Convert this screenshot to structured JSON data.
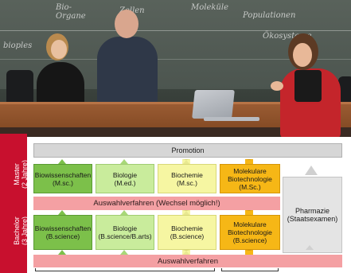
{
  "diagram": {
    "side_labels": {
      "master": "Master\n(2 Jahre)",
      "bachelor": "Bachelor\n(3 Jahre)"
    },
    "promotion": "Promotion",
    "master_programs": [
      {
        "label": "Biowissenschaften\n(M.sc.)",
        "color": "#7cc04a"
      },
      {
        "label": "Biologie\n(M.ed.)",
        "color": "#c9ec9c"
      },
      {
        "label": "Biochemie\n(M.sc.)",
        "color": "#f6f6a2"
      },
      {
        "label": "Molekulare\nBiotechnologie\n(M.Sc.)",
        "color": "#f6b716"
      }
    ],
    "selection_master": "Auswahlverfahren (Wechsel möglich!)",
    "bachelor_programs": [
      {
        "label": "Biowissenschaften\n(B.science)",
        "color": "#7cc04a"
      },
      {
        "label": "Biologie\n(B.science/B.arts)",
        "color": "#c9ec9c"
      },
      {
        "label": "Biochemie\n(B.science)",
        "color": "#f6f6a2"
      },
      {
        "label": "Molekulare\nBiotechnologie\n(B.science)",
        "color": "#f6b716"
      }
    ],
    "pharmacy": "Pharmazie\n(Staatsexamen)",
    "selection_bachelor": "Auswahlverfahren",
    "band_color": "#f4a0a3",
    "accent_red": "#c8102e"
  },
  "video": {
    "board_scribbles": [
      "Bio-\nOrgane",
      "Zellen",
      "Moleküle",
      "Populationen",
      "Ökosysteme",
      "bioples"
    ]
  }
}
